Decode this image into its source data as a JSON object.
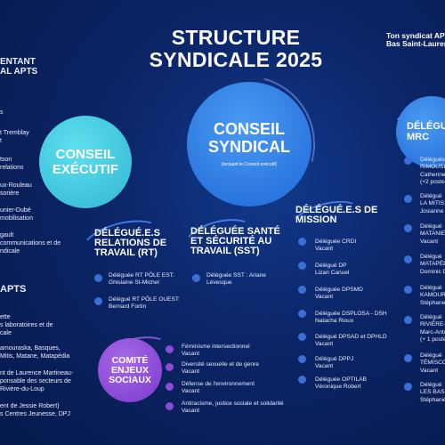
{
  "title": {
    "line1": "STRUCTURE",
    "line2": "SYNDICALE 2025"
  },
  "top_right": {
    "line1": "Ton syndicat APT",
    "line2": "Bas Saint-Laurent"
  },
  "left_panel": {
    "header1": "ENTANT",
    "header2": "AL APTS",
    "lines": [
      "s",
      "t Tremblay",
      "t",
      "tson",
      "relations",
      "ux-Rouleau",
      "sorière",
      "unier-Dubé",
      "mobilisation",
      "gault",
      "communications et de",
      "ndicale"
    ],
    "header3": "APTS",
    "lines2": [
      "ette",
      "s laboratoires et de",
      "cale",
      "amouraska, Basques,",
      "Mitis, Matane, Matapédia",
      "nt de Laurence Martineau-",
      "ponsable des secteurs de",
      "Rivière-du-Loup",
      "ent de Jessie Robert)",
      "s Centres Jeunesse, DPJ"
    ]
  },
  "conseil_executif": {
    "line1": "CONSEIL",
    "line2": "EXÉCUTIF"
  },
  "conseil_syndical": {
    "line1": "CONSEIL",
    "line2": "SYNDICAL",
    "note": "(incluant le Conseil exécutif)"
  },
  "mrc": {
    "line1": "DÉLÉGUÉ",
    "line2": "MRC"
  },
  "rt": {
    "title1": "DÉLÉGUÉ.E.S",
    "title2": "RELATIONS DE",
    "title3": "TRAVAIL (RT)",
    "items": [
      {
        "role": "Déléguée RT PÔLE EST:",
        "name": "Ghislaine St-Michel"
      },
      {
        "role": "Délégué RT PÔLE OUEST:",
        "name": "Bernard Fortin"
      }
    ]
  },
  "sst": {
    "title1": "DÉLÉGUÉE SANTÉ",
    "title2": "ET SÉCURITÉ AU",
    "title3": "TRAVAIL (SST)",
    "items": [
      {
        "role": "Déléguée SST : Ariane",
        "name": "Lévesque"
      }
    ]
  },
  "mission": {
    "title1": "DÉLÉGUÉ.E.S DE",
    "title2": "MISSION",
    "items": [
      {
        "role": "Déléguée CRDI",
        "name": "Vacant"
      },
      {
        "role": "Délégué DP",
        "name": "Lizan Canuel"
      },
      {
        "role": "Déléguée DPSMD",
        "name": "Vacant"
      },
      {
        "role": "Déléguée DSPLOSA - DSH",
        "name": "Natacha Rioux"
      },
      {
        "role": "Délégué DPSAD et DPHLD",
        "name": "Vacant"
      },
      {
        "role": "Délégué DPPJ",
        "name": "Vacant"
      },
      {
        "role": "Déléguée OPTILAB",
        "name": "Véronique Robert"
      }
    ]
  },
  "comite": {
    "line1": "COMITÉ",
    "line2": "ENJEUX",
    "line3": "SOCIAUX",
    "items": [
      {
        "role": "Féminisme intersectionnel",
        "name": "Vacant"
      },
      {
        "role": "Diversité sexuelle et de genre",
        "name": "Vacant"
      },
      {
        "role": "Défense de l'environnement",
        "name": "Vacant"
      },
      {
        "role": "Antiracisme, justice sociale et solidarité",
        "name": "Vacant"
      }
    ]
  },
  "mrc_items": [
    {
      "l1": "Délégués",
      "l2": "RIMOUSK",
      "l3": "Catherine",
      "l4": "(+2 poste"
    },
    {
      "l1": "Délégué",
      "l2": "LA MITIS",
      "l3": "Josianne G"
    },
    {
      "l1": "Délégué",
      "l2": "MATANIE",
      "l3": "Vacant"
    },
    {
      "l1": "Délégué",
      "l2": "MATAPÉD",
      "l3": "Dominic D"
    },
    {
      "l1": "Délégué",
      "l2": "KAMOUR",
      "l3": "Stéphane"
    },
    {
      "l1": "Délégué",
      "l2": "RIVIÈRE-",
      "l3": "Marc-Anto",
      "l4": "(+ 1 poste"
    },
    {
      "l1": "Délégué",
      "l2": "TÉMISCO",
      "l3": "Vacant"
    },
    {
      "l1": "Délégué",
      "l2": "LES BAS",
      "l3": "Stéphanie"
    }
  ],
  "colors": {
    "background": "#0b2466",
    "executif": "#3fcbe0",
    "syndical": "#2a7ee8",
    "comite": "#8a4bd9",
    "bullet": "#3b6fd8"
  }
}
